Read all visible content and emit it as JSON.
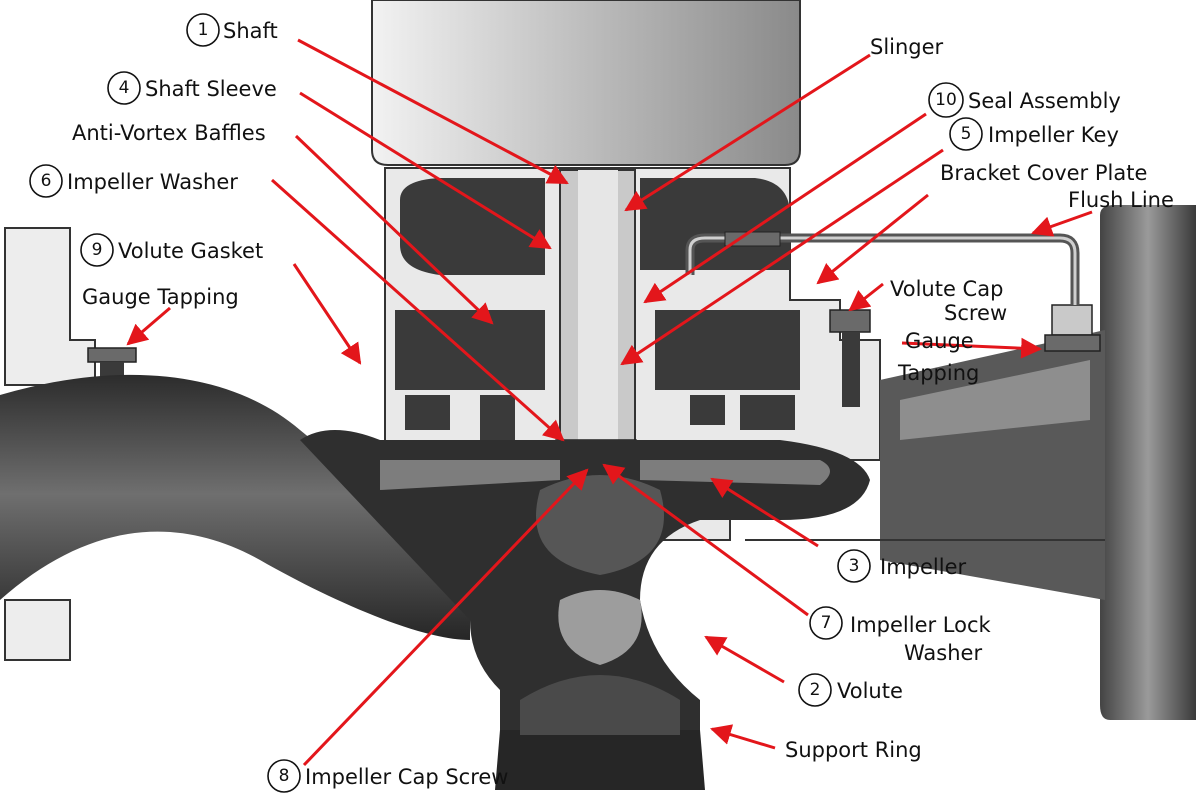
{
  "diagram": {
    "arrow_color": "#e3161b",
    "labels": {
      "shaft": {
        "number": "1",
        "text": "Shaft"
      },
      "volute": {
        "number": "2",
        "text": "Volute"
      },
      "impeller": {
        "number": "3",
        "text": "Impeller"
      },
      "shaft_sleeve": {
        "number": "4",
        "text": "Shaft Sleeve"
      },
      "impeller_key": {
        "number": "5",
        "text": "Impeller Key"
      },
      "impeller_washer": {
        "number": "6",
        "text": "Impeller Washer"
      },
      "impeller_lock_washer": {
        "number": "7",
        "text_line1": "Impeller Lock",
        "text_line2": "Washer"
      },
      "impeller_cap_screw": {
        "number": "8",
        "text": "Impeller Cap Screw"
      },
      "volute_gasket": {
        "number": "9",
        "text": "Volute Gasket"
      },
      "seal_assembly": {
        "number": "10",
        "text": "Seal Assembly"
      },
      "slinger": {
        "text": "Slinger"
      },
      "anti_vortex_baffles": {
        "text": "Anti-Vortex Baffles"
      },
      "bracket_cover_plate": {
        "text": "Bracket Cover Plate"
      },
      "flush_line": {
        "text": "Flush Line"
      },
      "gauge_tapping_left": {
        "text": "Gauge Tapping"
      },
      "volute_cap_screw": {
        "text_line1": "Volute Cap",
        "text_line2": "Screw"
      },
      "gauge_tapping_right": {
        "text_line1": "Gauge",
        "text_line2": "Tapping"
      },
      "support_ring": {
        "text": "Support Ring"
      }
    }
  }
}
